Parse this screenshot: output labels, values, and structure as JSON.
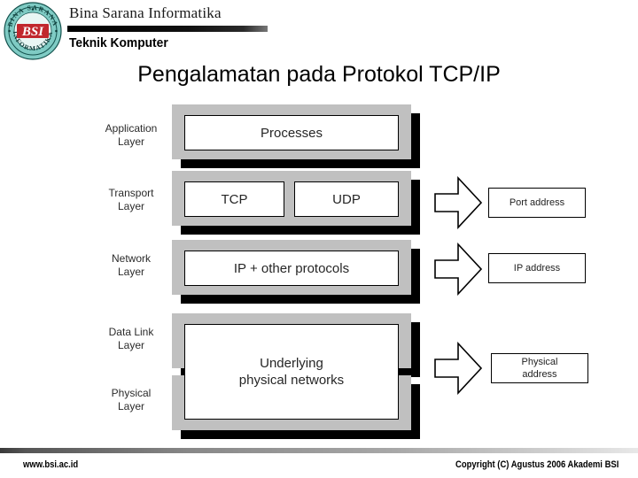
{
  "header": {
    "org_name": "Bina Sarana Informatika",
    "dept_name": "Teknik Komputer",
    "logo": {
      "top_arc_text": "BINA SARANA",
      "bottom_arc_text": "INFORMATIKA",
      "monogram": "BSI",
      "ring_color": "#7fcbc4",
      "monogram_color": "#c1272d"
    }
  },
  "title": "Pengalamatan pada Protokol TCP/IP",
  "diagram": {
    "layers": [
      {
        "label_line1": "Application",
        "label_line2": "Layer"
      },
      {
        "label_line1": "Transport",
        "label_line2": "Layer"
      },
      {
        "label_line1": "Network",
        "label_line2": "Layer"
      },
      {
        "label_line1": "Data Link",
        "label_line2": "Layer"
      },
      {
        "label_line1": "Physical",
        "label_line2": "Layer"
      }
    ],
    "boxes": {
      "processes": "Processes",
      "tcp": "TCP",
      "udp": "UDP",
      "ip": "IP + other protocols",
      "underlying_line1": "Underlying",
      "underlying_line2": "physical networks"
    },
    "addresses": [
      {
        "label": "Port address"
      },
      {
        "label": "IP address"
      },
      {
        "label_line1": "Physical",
        "label_line2": "address"
      }
    ],
    "colors": {
      "frame": "#c0c0c0",
      "shadow": "#000000",
      "inner": "#ffffff",
      "stroke": "#000000"
    }
  },
  "footer": {
    "url": "www.bsi.ac.id",
    "copyright": "Copyright (C) Agustus 2006 Akademi BSI"
  }
}
